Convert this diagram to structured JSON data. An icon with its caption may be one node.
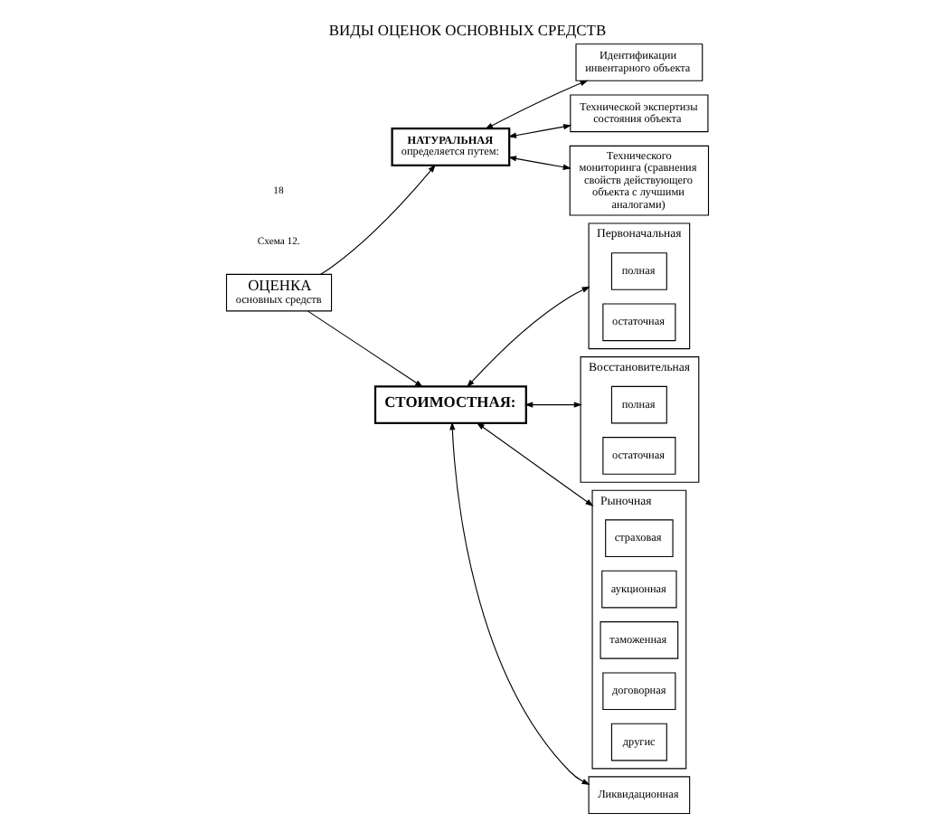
{
  "diagram": {
    "title": "ВИДЫ ОЦЕНОК ОСНОВНЫХ СРЕДСТВ",
    "nodes": [
      {
        "text": [
          "ОЦЕНКА",
          "основных средств"
        ]
      },
      {
        "text": [
          "НАТУРАЛЬНАЯ",
          "определяется путем:"
        ]
      },
      {
        "text": [
          "СТОИМОСТНАЯ:"
        ]
      },
      {
        "text": [
          "Идентификации инвентарного объекта"
        ]
      },
      {
        "text": [
          "Технической экспертизы состояния объекта"
        ]
      },
      {
        "text": [
          "Технического мониторинга (сравнения свойств действующего объекта с лучшими аналогами)"
        ]
      },
      {
        "text": [
          "Первоначальная"
        ]
      },
      {
        "text": [
          "полная"
        ],
        "in": 6
      },
      {
        "text": [
          "остаточная"
        ],
        "in": 6
      },
      {
        "text": [
          "Восстановительная"
        ]
      },
      {
        "text": [
          "полная"
        ],
        "in": 9
      },
      {
        "text": [
          "остаточная"
        ],
        "in": 9
      },
      {
        "text": [
          "Рыночная"
        ]
      },
      {
        "text": [
          "страховая"
        ],
        "in": 12
      },
      {
        "text": [
          "аукционная"
        ],
        "in": 12
      },
      {
        "text": [
          "таможенная"
        ],
        "in": 12
      },
      {
        "text": [
          "договорная"
        ],
        "in": 12
      },
      {
        "text": [
          "другис"
        ],
        "in": 12
      },
      {
        "text": [
          "Ликвидационная"
        ]
      }
    ],
    "edges": [
      {
        "from": 0,
        "to": 1,
        "arrow": "to"
      },
      {
        "from": 0,
        "to": 2,
        "arrow": "to"
      },
      {
        "from": 1,
        "to": 3,
        "arrow": "both"
      },
      {
        "from": 1,
        "to": 4,
        "arrow": "both"
      },
      {
        "from": 1,
        "to": 5,
        "arrow": "both"
      },
      {
        "from": 2,
        "to": 6,
        "arrow": "both"
      },
      {
        "from": 2,
        "to": 9,
        "arrow": "both"
      },
      {
        "from": 2,
        "to": 12,
        "arrow": "both"
      },
      {
        "from": 2,
        "to": 18,
        "arrow": "both"
      }
    ],
    "labels": [
      "18",
      "Схема 12."
    ]
  }
}
